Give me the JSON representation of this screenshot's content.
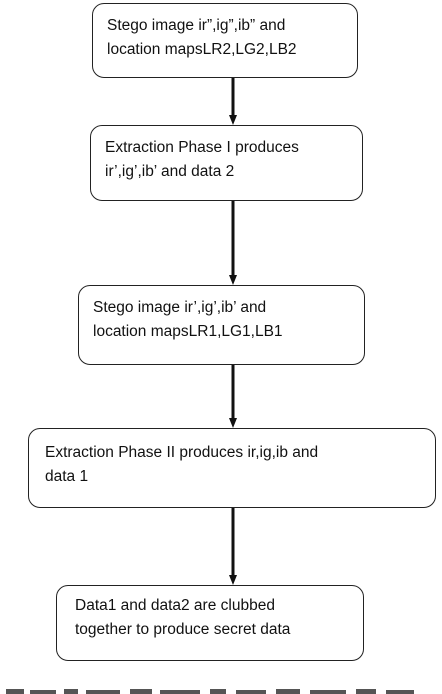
{
  "flowchart": {
    "steps": [
      {
        "line1": "Stego image ir”,ig”,ib”  and",
        "line2": "location mapsLR2,LG2,LB2"
      },
      {
        "line1": "Extraction Phase I produces",
        "line2": "ir’,ig’,ib’ and data 2"
      },
      {
        "line1": "Stego image ir’,ig’,ib’  and",
        "line2": "location mapsLR1,LG1,LB1"
      },
      {
        "line1": "Extraction Phase II produces ir,ig,ib and",
        "line2": "data 1"
      },
      {
        "line1": "Data1 and data2 are clubbed",
        "line2": "together to produce secret  data"
      }
    ],
    "colors": {
      "box_border": "#222222",
      "arrow": "#111111",
      "text": "#111111",
      "background": "#ffffff"
    }
  }
}
